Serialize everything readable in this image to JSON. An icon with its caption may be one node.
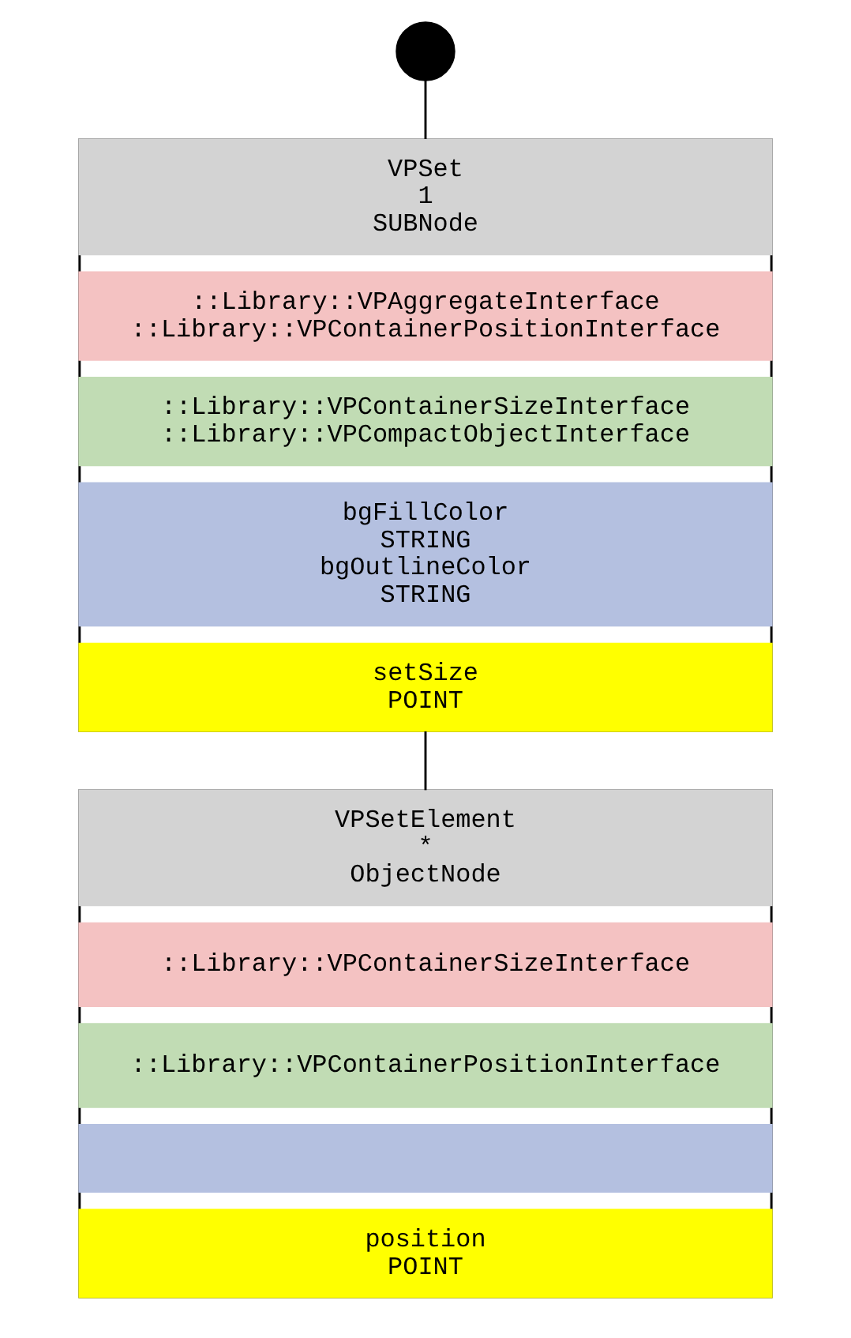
{
  "diagram": {
    "nodes": [
      {
        "text": [],
        "shape": "circle"
      },
      {
        "text": [],
        "shape": "box"
      },
      {
        "text": [
          "VPSet",
          "1",
          "SUBNode"
        ],
        "in": 1
      },
      {
        "text": [
          "::Library::VPAggregateInterface",
          "::Library::VPContainerPositionInterface"
        ],
        "in": 1
      },
      {
        "text": [
          "::Library::VPContainerSizeInterface",
          "::Library::VPCompactObjectInterface"
        ],
        "in": 1
      },
      {
        "text": [
          "bgFillColor",
          "STRING",
          "bgOutlineColor",
          "STRING"
        ],
        "in": 1
      },
      {
        "text": [
          "setSize",
          "POINT"
        ],
        "in": 1
      },
      {
        "text": [],
        "shape": "box"
      },
      {
        "text": [
          "VPSetElement",
          "*",
          "ObjectNode"
        ],
        "in": 7
      },
      {
        "text": [
          "::Library::VPContainerSizeInterface"
        ],
        "in": 7
      },
      {
        "text": [
          "::Library::VPContainerPositionInterface"
        ],
        "in": 7
      },
      {
        "text": [],
        "shape": "box",
        "in": 7
      },
      {
        "text": [
          "position",
          "POINT"
        ],
        "in": 7
      }
    ],
    "edges": [
      {
        "from": 0,
        "to": 1,
        "arrow": "none"
      },
      {
        "from": 1,
        "to": 7,
        "arrow": "none"
      }
    ]
  }
}
